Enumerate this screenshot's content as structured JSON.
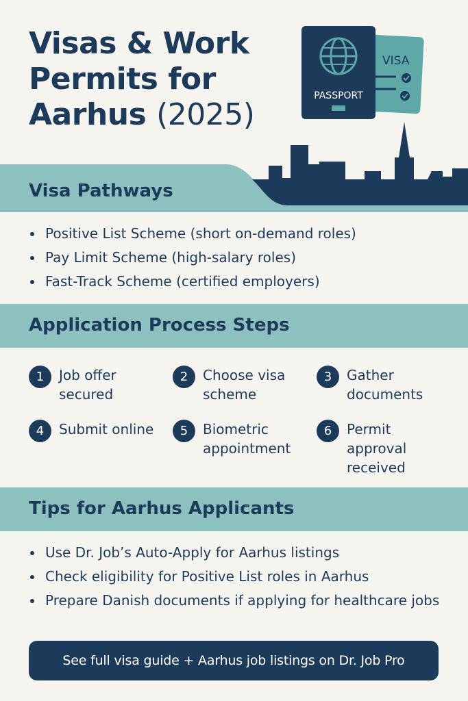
{
  "header": {
    "title": "Visas & Work Permits for Aarhus",
    "year": "(2025)",
    "passport_label": "PASSPORT",
    "visa_label": "VISA"
  },
  "pathways": {
    "title": "Visa Pathways",
    "items": [
      "Positive List Scheme (short on-demand roles)",
      "Pay Limit Scheme (high-salary roles)",
      "Fast-Track Scheme (certified employers)"
    ]
  },
  "process": {
    "title": "Application Process Steps",
    "steps": [
      {
        "num": "1",
        "label": "Job offer secured"
      },
      {
        "num": "2",
        "label": "Choose visa scheme"
      },
      {
        "num": "3",
        "label": "Gather documents"
      },
      {
        "num": "4",
        "label": "Submit online"
      },
      {
        "num": "5",
        "label": "Biometric appointment"
      },
      {
        "num": "6",
        "label": "Permit approval received"
      }
    ]
  },
  "tips": {
    "title": "Tips for Aarhus Applicants",
    "items": [
      "Use Dr. Job’s Auto-Apply for Aarhus listings",
      "Check eligibility for Positive List roles in Aarhus",
      "Prepare Danish documents if applying for healthcare jobs"
    ]
  },
  "cta": {
    "label": "See full visa guide + Aarhus job listings on Dr. Job Pro"
  },
  "colors": {
    "navy": "#1c3a5a",
    "teal": "#8cc1bf",
    "background": "#f6f4ef"
  }
}
